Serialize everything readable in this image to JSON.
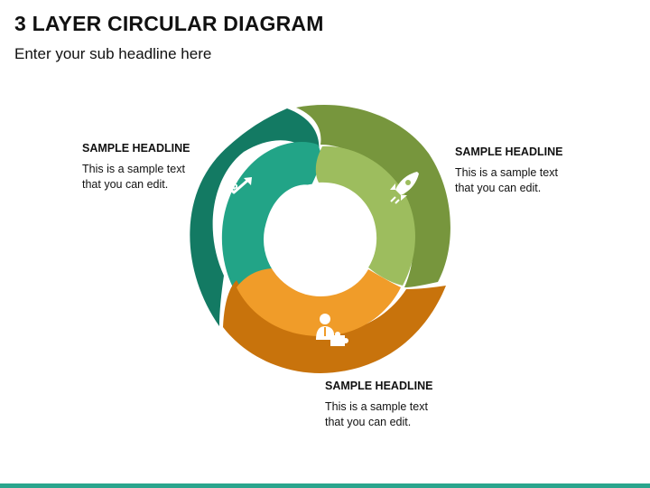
{
  "header": {
    "title": "3 LAYER CIRCULAR DIAGRAM",
    "subtitle": "Enter your sub headline here"
  },
  "segments": [
    {
      "id": "left",
      "headline": "SAMPLE HEADLINE",
      "text": "This is a sample text that you can edit.",
      "outer_color": "#137a63",
      "inner_color": "#22a487",
      "icon": "dollar-growth-icon"
    },
    {
      "id": "right",
      "headline": "SAMPLE HEADLINE",
      "text": "This is a sample text that you can edit.",
      "outer_color": "#77963d",
      "inner_color": "#9dbd5e",
      "icon": "rocket-icon"
    },
    {
      "id": "bottom",
      "headline": "SAMPLE HEADLINE",
      "text": "This is a sample text that you can edit.",
      "outer_color": "#c8730c",
      "inner_color": "#f09c29",
      "icon": "person-puzzle-icon"
    }
  ],
  "footer": {
    "color": "#2aa58d"
  }
}
